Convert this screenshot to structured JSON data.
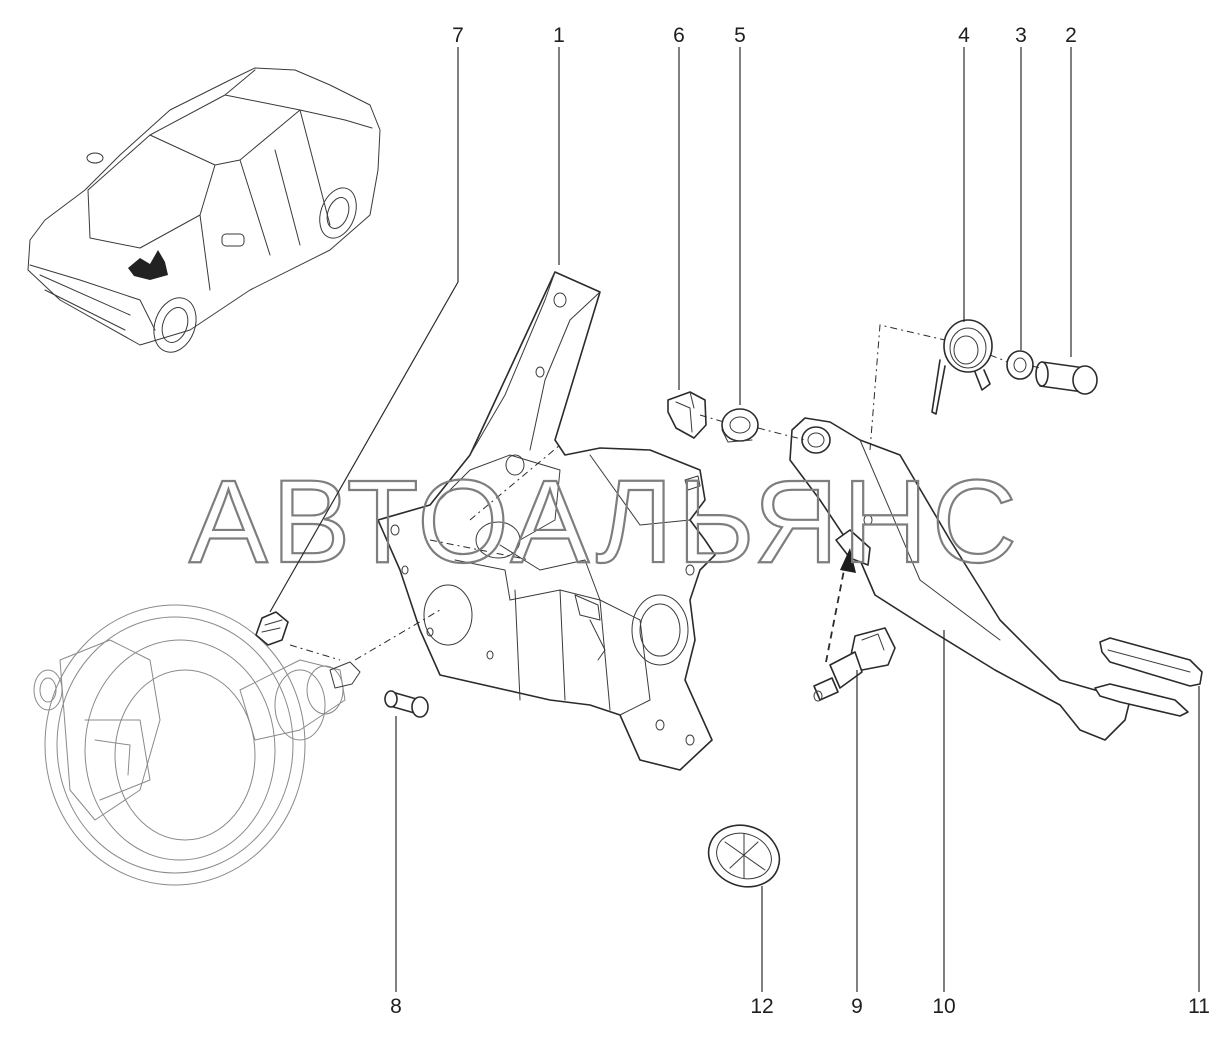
{
  "diagram": {
    "watermark": "АВТОАЛЬЯНС",
    "callouts": [
      {
        "id": "c1",
        "label": "1"
      },
      {
        "id": "c2",
        "label": "2"
      },
      {
        "id": "c3",
        "label": "3"
      },
      {
        "id": "c4",
        "label": "4"
      },
      {
        "id": "c5",
        "label": "5"
      },
      {
        "id": "c6",
        "label": "6"
      },
      {
        "id": "c7",
        "label": "7"
      },
      {
        "id": "c8",
        "label": "8"
      },
      {
        "id": "c9",
        "label": "9"
      },
      {
        "id": "c10",
        "label": "10"
      },
      {
        "id": "c11",
        "label": "11"
      },
      {
        "id": "c12",
        "label": "12"
      }
    ]
  }
}
